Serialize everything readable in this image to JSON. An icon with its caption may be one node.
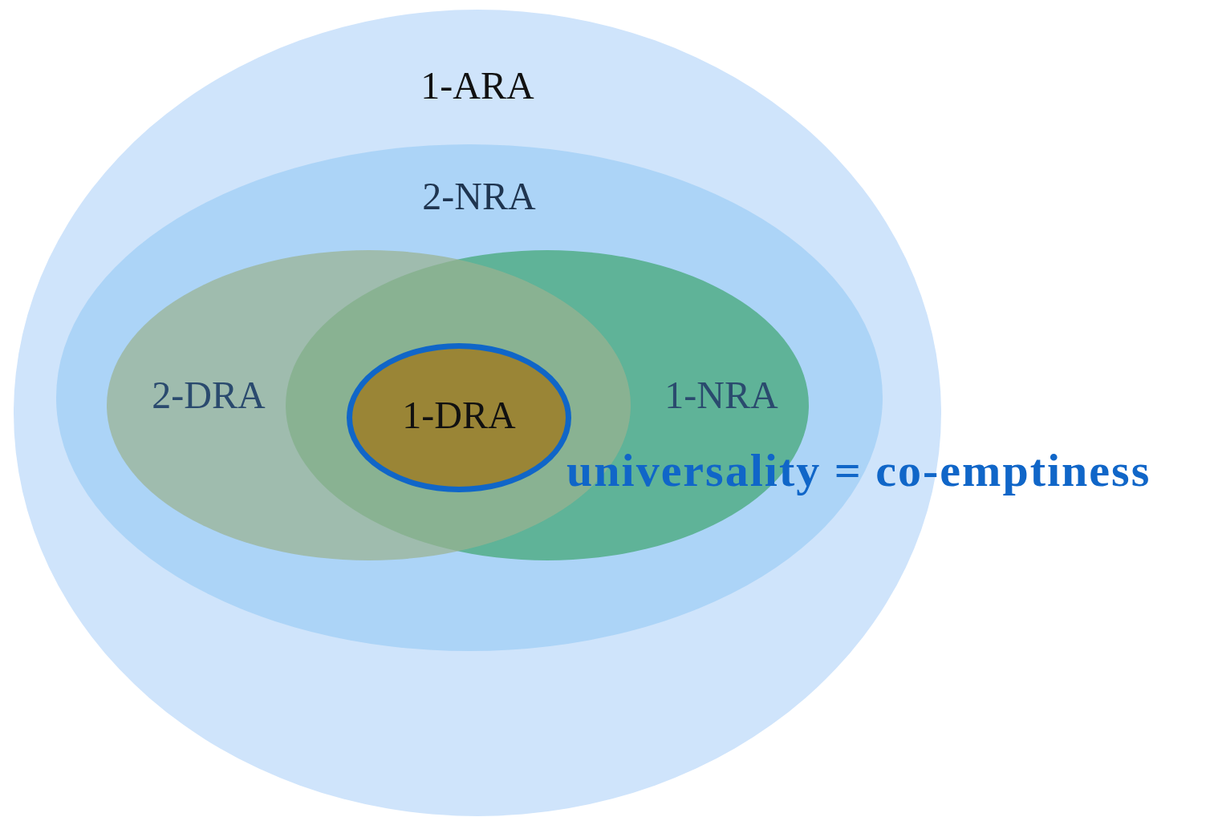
{
  "diagram": {
    "nodes": [
      {
        "text": [
          "1-ARA"
        ]
      },
      {
        "text": [
          "2-NRA"
        ],
        "in": 0
      },
      {
        "text": [
          "2-DRA"
        ],
        "in": 1
      },
      {
        "text": [
          "1-NRA"
        ],
        "in": 1
      },
      {
        "text": [
          "1-DRA"
        ]
      }
    ],
    "labels": [
      "universality = co-emptiness"
    ]
  }
}
